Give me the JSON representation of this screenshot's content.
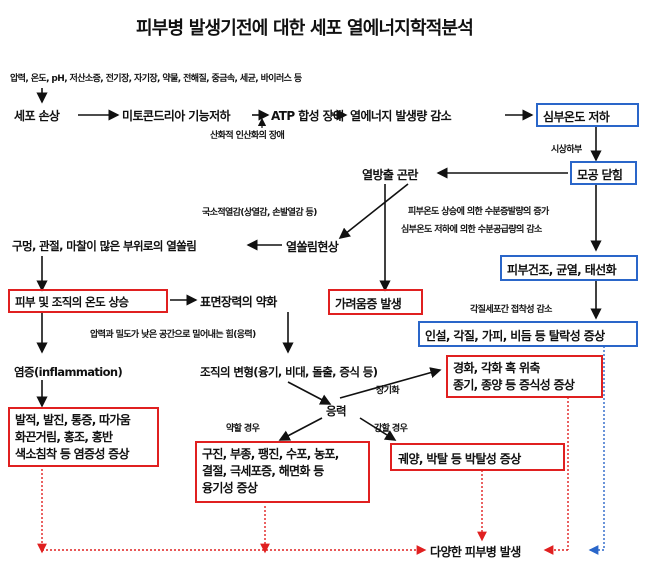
{
  "title": "피부병 발생기전에 대한 세포 열에너지학적분석",
  "causes": "압력, 온도, pH, 저산소증, 전기장, 자기장, 약물, 전해질, 중금속, 세균, 바이러스 등",
  "chain": {
    "cell_damage": "세포 손상",
    "mito": "미토콘드리아 기능저하",
    "atp": "ATP 합성 장애",
    "heat_energy": "열에너지 발생량 감소",
    "core_temp": "심부온도 저하",
    "oxphos_note": "산화적 인산화의 장애"
  },
  "labels": {
    "hypothalamus": "시상하부",
    "pore": "모공 닫힘",
    "heat_release": "열방출 곤란",
    "local_heat": "국소적열감(상열감, 손발열감 등)",
    "moisture1": "피부온도 상승에 의한 수분증발량의 증가",
    "moisture2": "심부온도 저하에 의한 수분공급량의 감소",
    "hole_joint": "구멍, 관절, 마찰이 많은 부위로의 열쏠림",
    "heat_shift": "열쏠림현상",
    "skin_dry": "피부건조, 균열, 태선화",
    "skin_temp_rise": "피부 및 조직의 온도 상승",
    "surface_tension": "표면장력의 약화",
    "itch": "가려움증 발생",
    "adhesion": "각질세포간 접착성 감소",
    "scale": "인설, 각질, 가피, 비듬 등 탈락성 증상",
    "pressure_note": "압력과 밀도가 낮은 공간으로 밀어내는 힘(응력)",
    "inflammation": "염증(inflammation)",
    "deformation": "조직의 변형(융기, 비대, 돌출, 증식 등)",
    "long_term": "장기화",
    "stress": "응력",
    "weak": "약할 경우",
    "strong": "강할 경우",
    "final": "다양한 피부병 발생"
  },
  "boxes": {
    "inflam_symptoms": [
      "발적, 발진, 통증, 따가움",
      "화끈거림, 홍조, 홍반",
      "색소침착 등 염증성 증상"
    ],
    "bulge_symptoms": [
      "구진, 부종, 팽진, 수포, 농포,",
      "결절, 극세포증, 해면화 등",
      "융기성 증상"
    ],
    "hardening": [
      "경화, 각화 혹 위축",
      "종기, 종양 등 증식성 증상"
    ],
    "ulcer": "궤양, 박탈 등 박탈성 증상"
  },
  "colors": {
    "red": "#e02020",
    "blue": "#2a66c9",
    "text": "#111111"
  }
}
